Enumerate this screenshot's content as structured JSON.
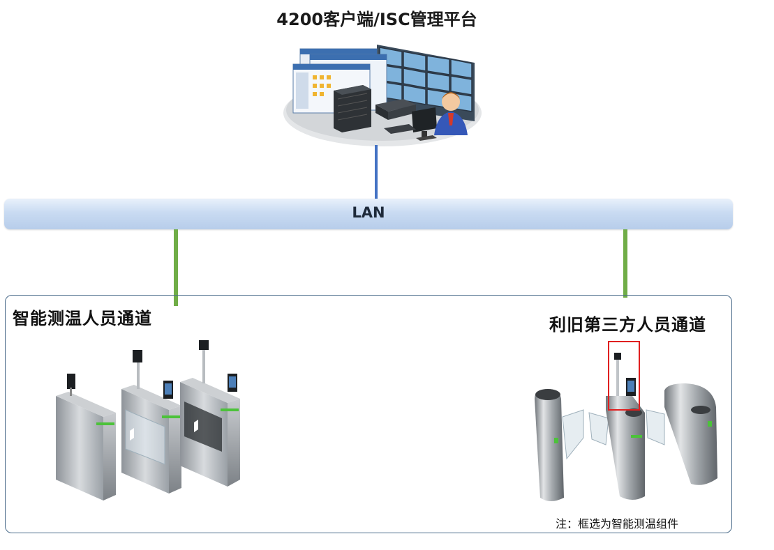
{
  "title": "4200客户端/ISC管理平台",
  "lan_label": "LAN",
  "left_section_label": "智能测温人员通道",
  "right_section_label": "利旧第三方人员通道",
  "note": "注：框选为智能测温组件",
  "colors": {
    "lan_uplink": "#4472c4",
    "channel_links": "#70ad47",
    "highlight_box": "#e02020",
    "section_border": "#4a6b8a"
  },
  "icons": [
    "management-platform-illustration",
    "swing-gate-turnstile",
    "flap-barrier-turnstile",
    "face-recognition-terminal",
    "temperature-module"
  ]
}
